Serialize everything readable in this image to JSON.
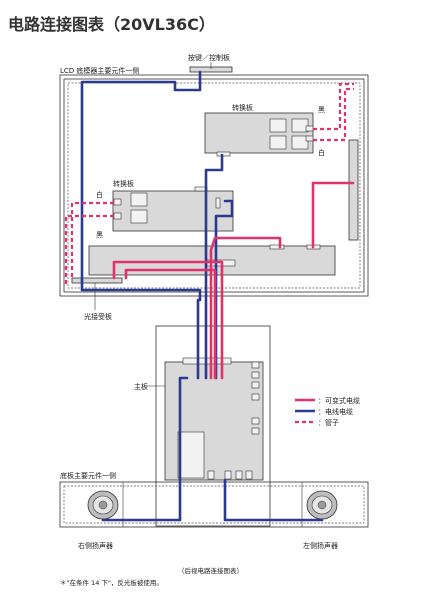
{
  "title": "电路连接图表（20VL36C）",
  "labels": {
    "keypad_board": "按键／控制板",
    "lcd_side": "LCD 底模器主要元件一侧",
    "inverter_1": "转换板",
    "inverter_2": "转换板",
    "black_1": "黑",
    "white_1": "白",
    "white_2": "白",
    "black_2": "黑",
    "receiver_board": "光接受板",
    "main_board": "主板",
    "chassis_side": "底板主要元件一侧",
    "right_speaker": "右侧扬声器",
    "left_speaker": "左侧扬声器",
    "caption": "（后视电路连接图表）",
    "footnote": "＊\"在条件 14 下\"，反光板被使用。"
  },
  "legend": [
    {
      "label": "：可变式电缆",
      "color": "#e0336e",
      "style": "solid"
    },
    {
      "label": "：电线电缆",
      "color": "#2b3a8f",
      "style": "solid"
    },
    {
      "label": "：管子",
      "color": "#e0336e",
      "style": "dashed"
    }
  ],
  "colors": {
    "ffc": "#e0336e",
    "wire": "#2b3a8f",
    "tube": "#e0336e",
    "board_fill": "#d9d9d9"
  }
}
